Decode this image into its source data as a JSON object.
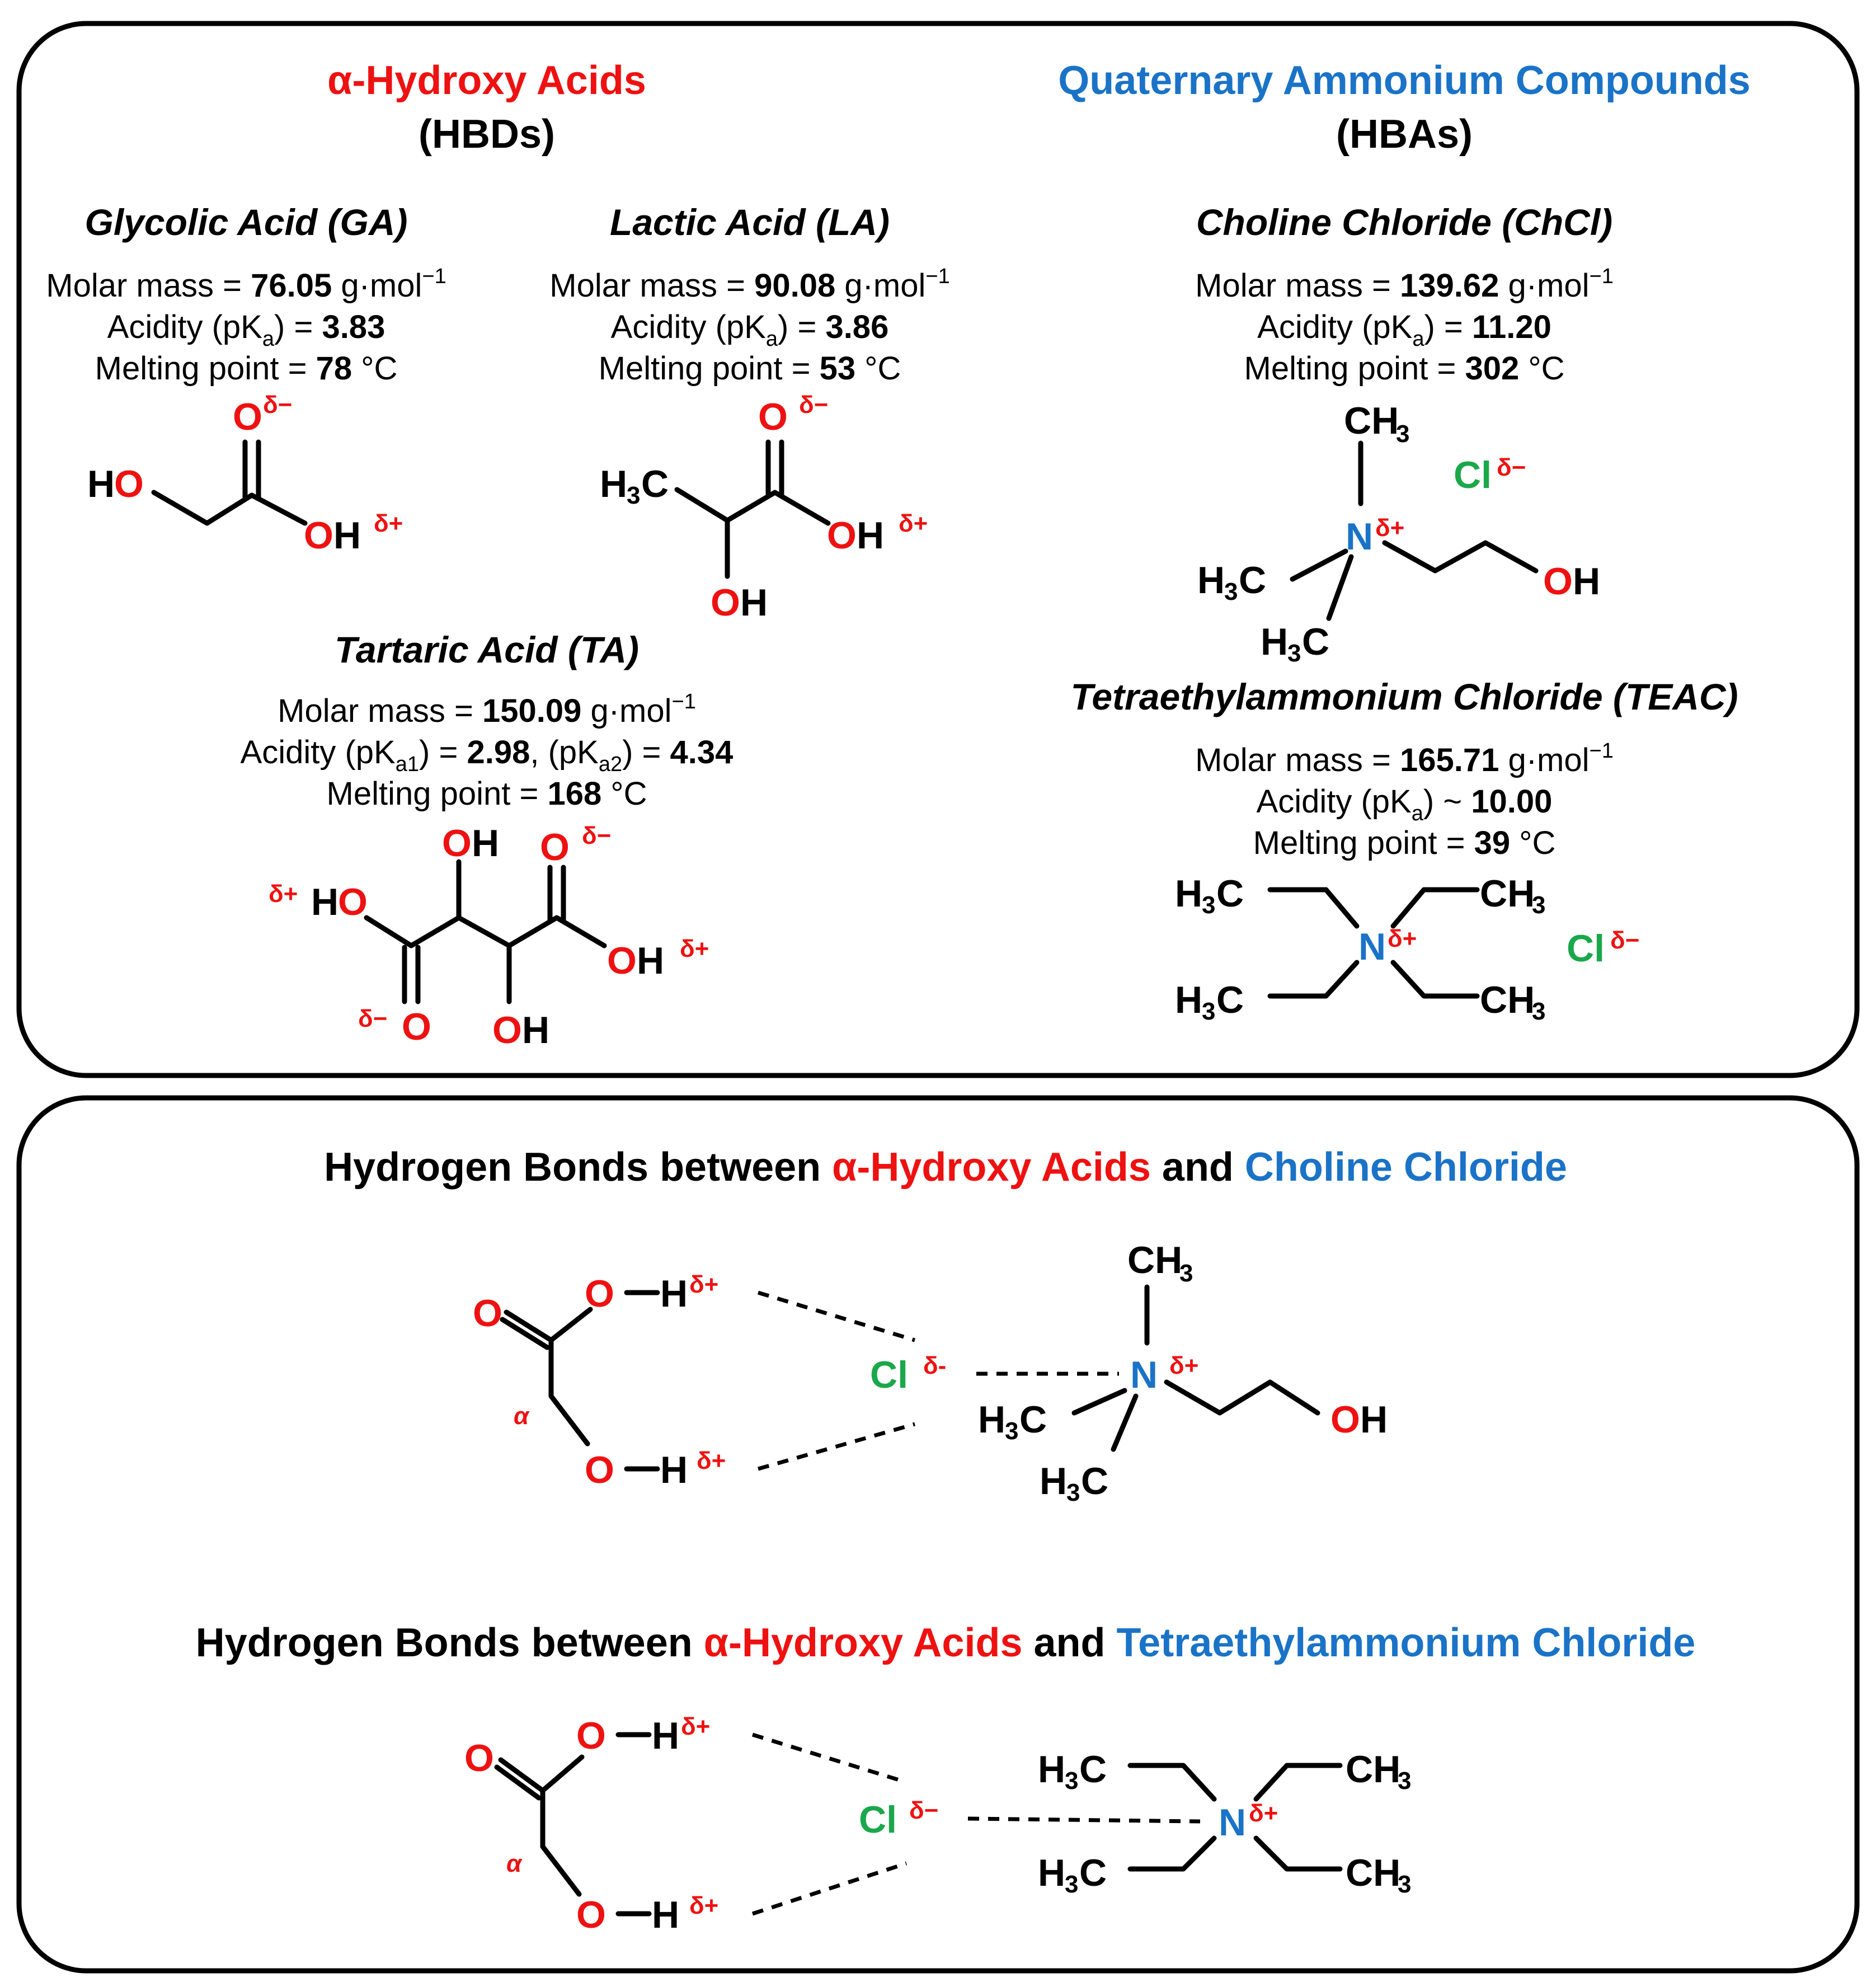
{
  "colors": {
    "red": "#ee1111",
    "blue": "#1a73c7",
    "green": "#1aa84a",
    "black": "#000000"
  },
  "top_panel": {
    "hbd_title": "α-Hydroxy Acids",
    "hbd_subtitle": "(HBDs)",
    "hba_title": "Quaternary Ammonium Compounds",
    "hba_subtitle": "(HBAs)",
    "compounds": {
      "ga": {
        "name": "Glycolic Acid (GA)",
        "mass_label": "Molar mass = ",
        "mass": "76.05",
        "mass_unit": " g·mol",
        "acid_label": "Acidity (pK",
        "acid_sub": "a",
        "acid_mid": ") = ",
        "acid": "3.83",
        "mp_label": "Melting point = ",
        "mp": "78",
        "mp_unit": " °C"
      },
      "la": {
        "name": "Lactic Acid (LA)",
        "mass_label": "Molar mass = ",
        "mass": "90.08",
        "mass_unit": " g·mol",
        "acid_label": "Acidity (pK",
        "acid_sub": "a",
        "acid_mid": ") = ",
        "acid": "3.86",
        "mp_label": "Melting point = ",
        "mp": "53",
        "mp_unit": " °C"
      },
      "ta": {
        "name": "Tartaric Acid (TA)",
        "mass_label": "Molar mass = ",
        "mass": "150.09",
        "mass_unit": " g·mol",
        "acid_label": "Acidity (pK",
        "acid_sub": "a1",
        "acid_mid": ") = ",
        "acid": "2.98",
        "acid2_label": ", (pK",
        "acid2_sub": "a2",
        "acid2_mid": ") = ",
        "acid2": "4.34",
        "mp_label": "Melting point = ",
        "mp": "168",
        "mp_unit": " °C"
      },
      "chcl": {
        "name": "Choline Chloride (ChCl)",
        "mass_label": "Molar mass = ",
        "mass": "139.62",
        "mass_unit": " g·mol",
        "acid_label": "Acidity (pK",
        "acid_sub": "a",
        "acid_mid": ") = ",
        "acid": "11.20",
        "mp_label": "Melting point = ",
        "mp": "302",
        "mp_unit": " °C"
      },
      "teac": {
        "name": "Tetraethylammonium Chloride (TEAC)",
        "mass_label": "Molar mass = ",
        "mass": "165.71",
        "mass_unit": " g·mol",
        "acid_label": "Acidity (pK",
        "acid_sub": "a",
        "acid_mid": ") ~ ",
        "acid": "10.00",
        "mp_label": "Melting point = ",
        "mp": "39",
        "mp_unit": " °C"
      }
    },
    "mass_exponent": "−1"
  },
  "bottom_panel": {
    "hb1": {
      "prefix": "Hydrogen Bonds between ",
      "acids": "α-Hydroxy Acids",
      "and": " and ",
      "target": "Choline Chloride"
    },
    "hb2": {
      "prefix": "Hydrogen Bonds between ",
      "acids": "α-Hydroxy Acids",
      "and": " and ",
      "target": "Tetraethylammonium Chloride"
    }
  },
  "atoms": {
    "O": "O",
    "OH": "OH",
    "HO": "HO",
    "H": "H",
    "N": "N",
    "Cl": "Cl",
    "CH3": "CH",
    "H3C_H": "H",
    "H3C_C": "C",
    "three": "3",
    "dminus": "δ−",
    "dplus": "δ+",
    "dminus_short": "δ-",
    "alpha": "α",
    "Hdplus": "Hδ+"
  }
}
